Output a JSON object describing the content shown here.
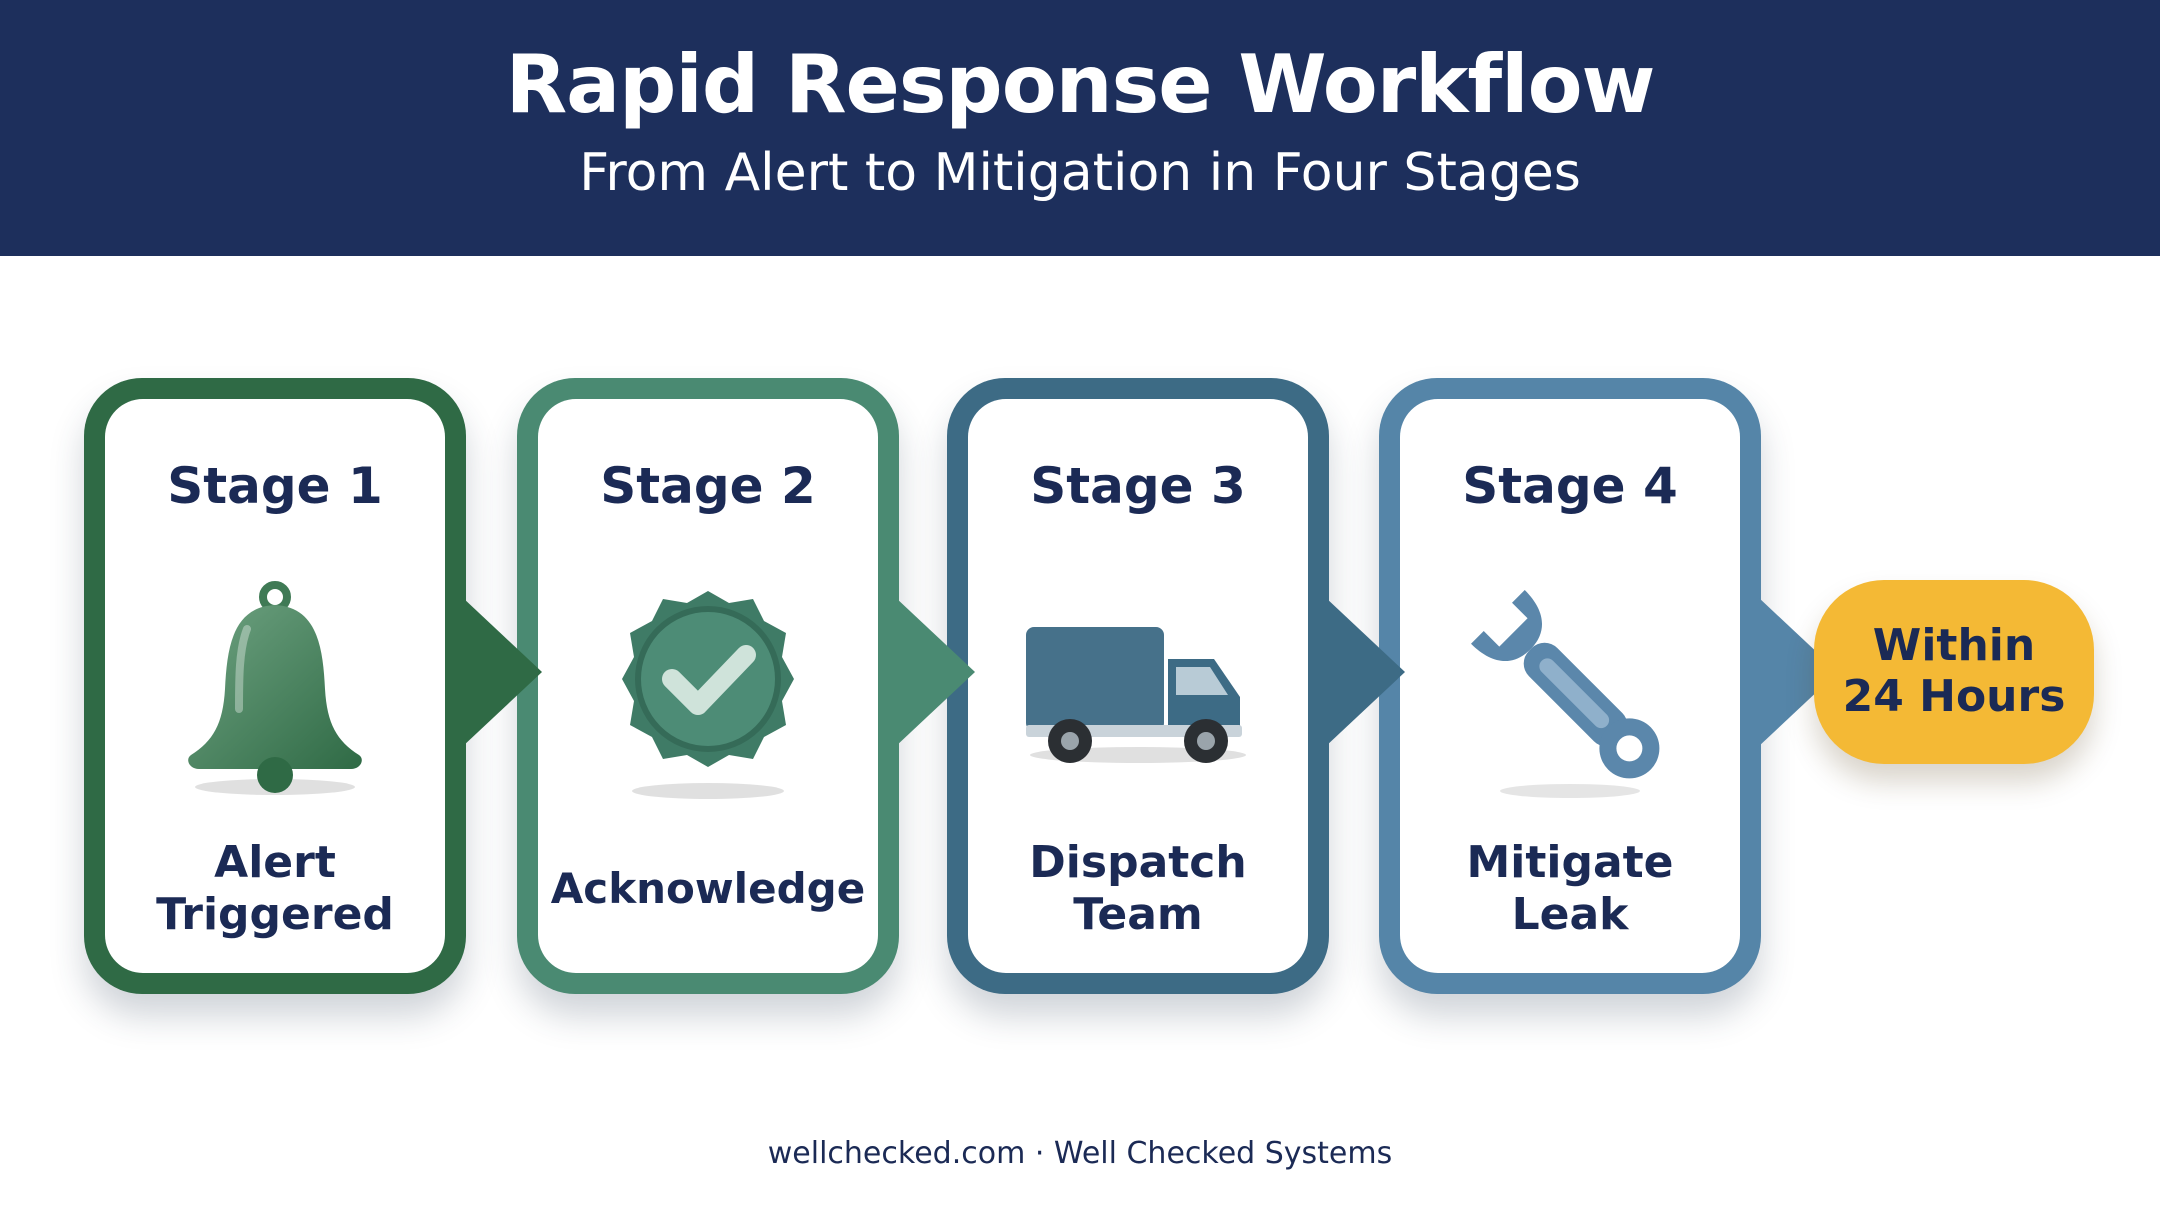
{
  "header": {
    "title": "Rapid Response Workflow",
    "subtitle": "From Alert to Mitigation in Four Stages"
  },
  "stages": [
    {
      "label": "Stage 1",
      "description": "Alert\nTriggered",
      "icon": "bell-icon",
      "color": "#2f6a45"
    },
    {
      "label": "Stage 2",
      "description": "Acknowledge",
      "icon": "check-badge-icon",
      "color": "#4a8a72"
    },
    {
      "label": "Stage 3",
      "description": "Dispatch\nTeam",
      "icon": "truck-icon",
      "color": "#3d6b85"
    },
    {
      "label": "Stage 4",
      "description": "Mitigate\nLeak",
      "icon": "wrench-icon",
      "color": "#5585a8"
    }
  ],
  "result": {
    "text": "Within\n24 Hours",
    "color": "#f4b935"
  },
  "footer": {
    "text": "wellchecked.com · Well Checked Systems"
  },
  "colors": {
    "header_background": "#1d2f5c",
    "text_dark": "#1b2a55"
  }
}
